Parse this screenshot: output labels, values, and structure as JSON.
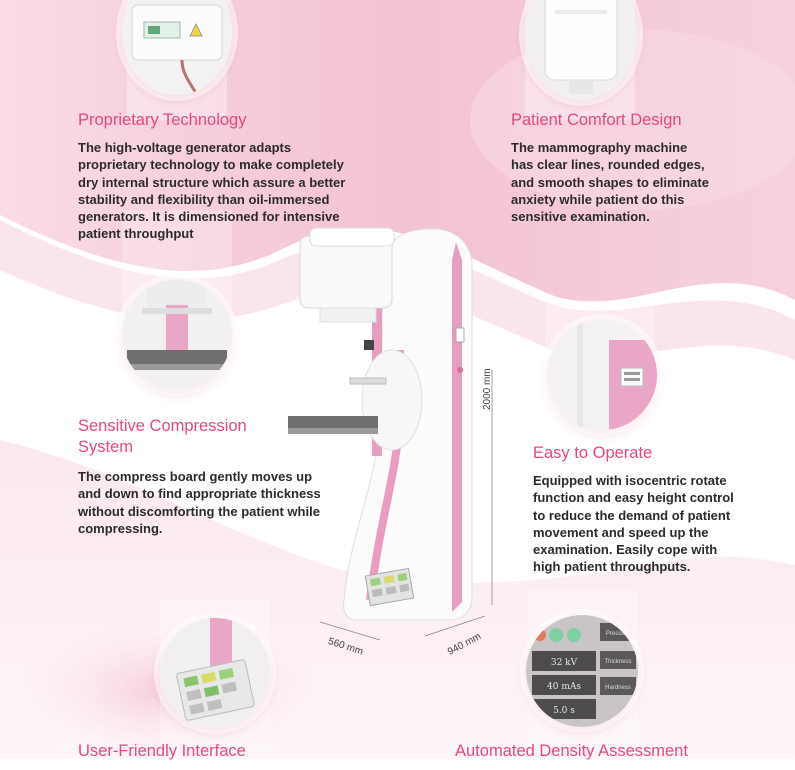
{
  "features": {
    "proprietary": {
      "title": "Proprietary Technology",
      "lines": [
        "The high-voltage generator adapts",
        "proprietary technology to make completely",
        "dry internal structure which assure a better",
        "stability and flexibility than oil-immersed",
        "generators. It is dimensioned for intensive",
        "patient throughput"
      ]
    },
    "comfort": {
      "title": "Patient Comfort Design",
      "lines": [
        "The mammography machine",
        "has clear lines, rounded edges,",
        "and smooth shapes to eliminate",
        "anxiety while  patient  do this",
        "sensitive examination."
      ]
    },
    "compression": {
      "title_lines": [
        "Sensitive Compression",
        "System"
      ],
      "lines": [
        "The compress board gently moves up",
        "and down to find appropriate thickness",
        "without discomforting the patient while",
        "compressing."
      ]
    },
    "operate": {
      "title": "Easy to Operate",
      "lines": [
        "Equipped with isocentric rotate",
        "function and easy height control",
        "to reduce the demand of patient",
        "movement and speed up the",
        "examination. Easily cope with",
        "high patient throughputs."
      ]
    },
    "user_friendly": {
      "title": "User-Friendly Interface"
    },
    "density": {
      "title": "Automated Density Assessment"
    }
  },
  "dimensions": {
    "height": "2000 mm",
    "depth": "560 mm",
    "width": "940 mm"
  },
  "panel": {
    "kv": "32 kV",
    "mas": "40 mAs",
    "time": "5.0 s",
    "buttons": [
      "Pressure",
      "Thickness",
      "Hardness"
    ]
  },
  "colors": {
    "accent": "#e8477f",
    "pink_soft": "#f6c9d8",
    "machine_pink": "#e79cc0",
    "text": "#2b2b2b"
  }
}
